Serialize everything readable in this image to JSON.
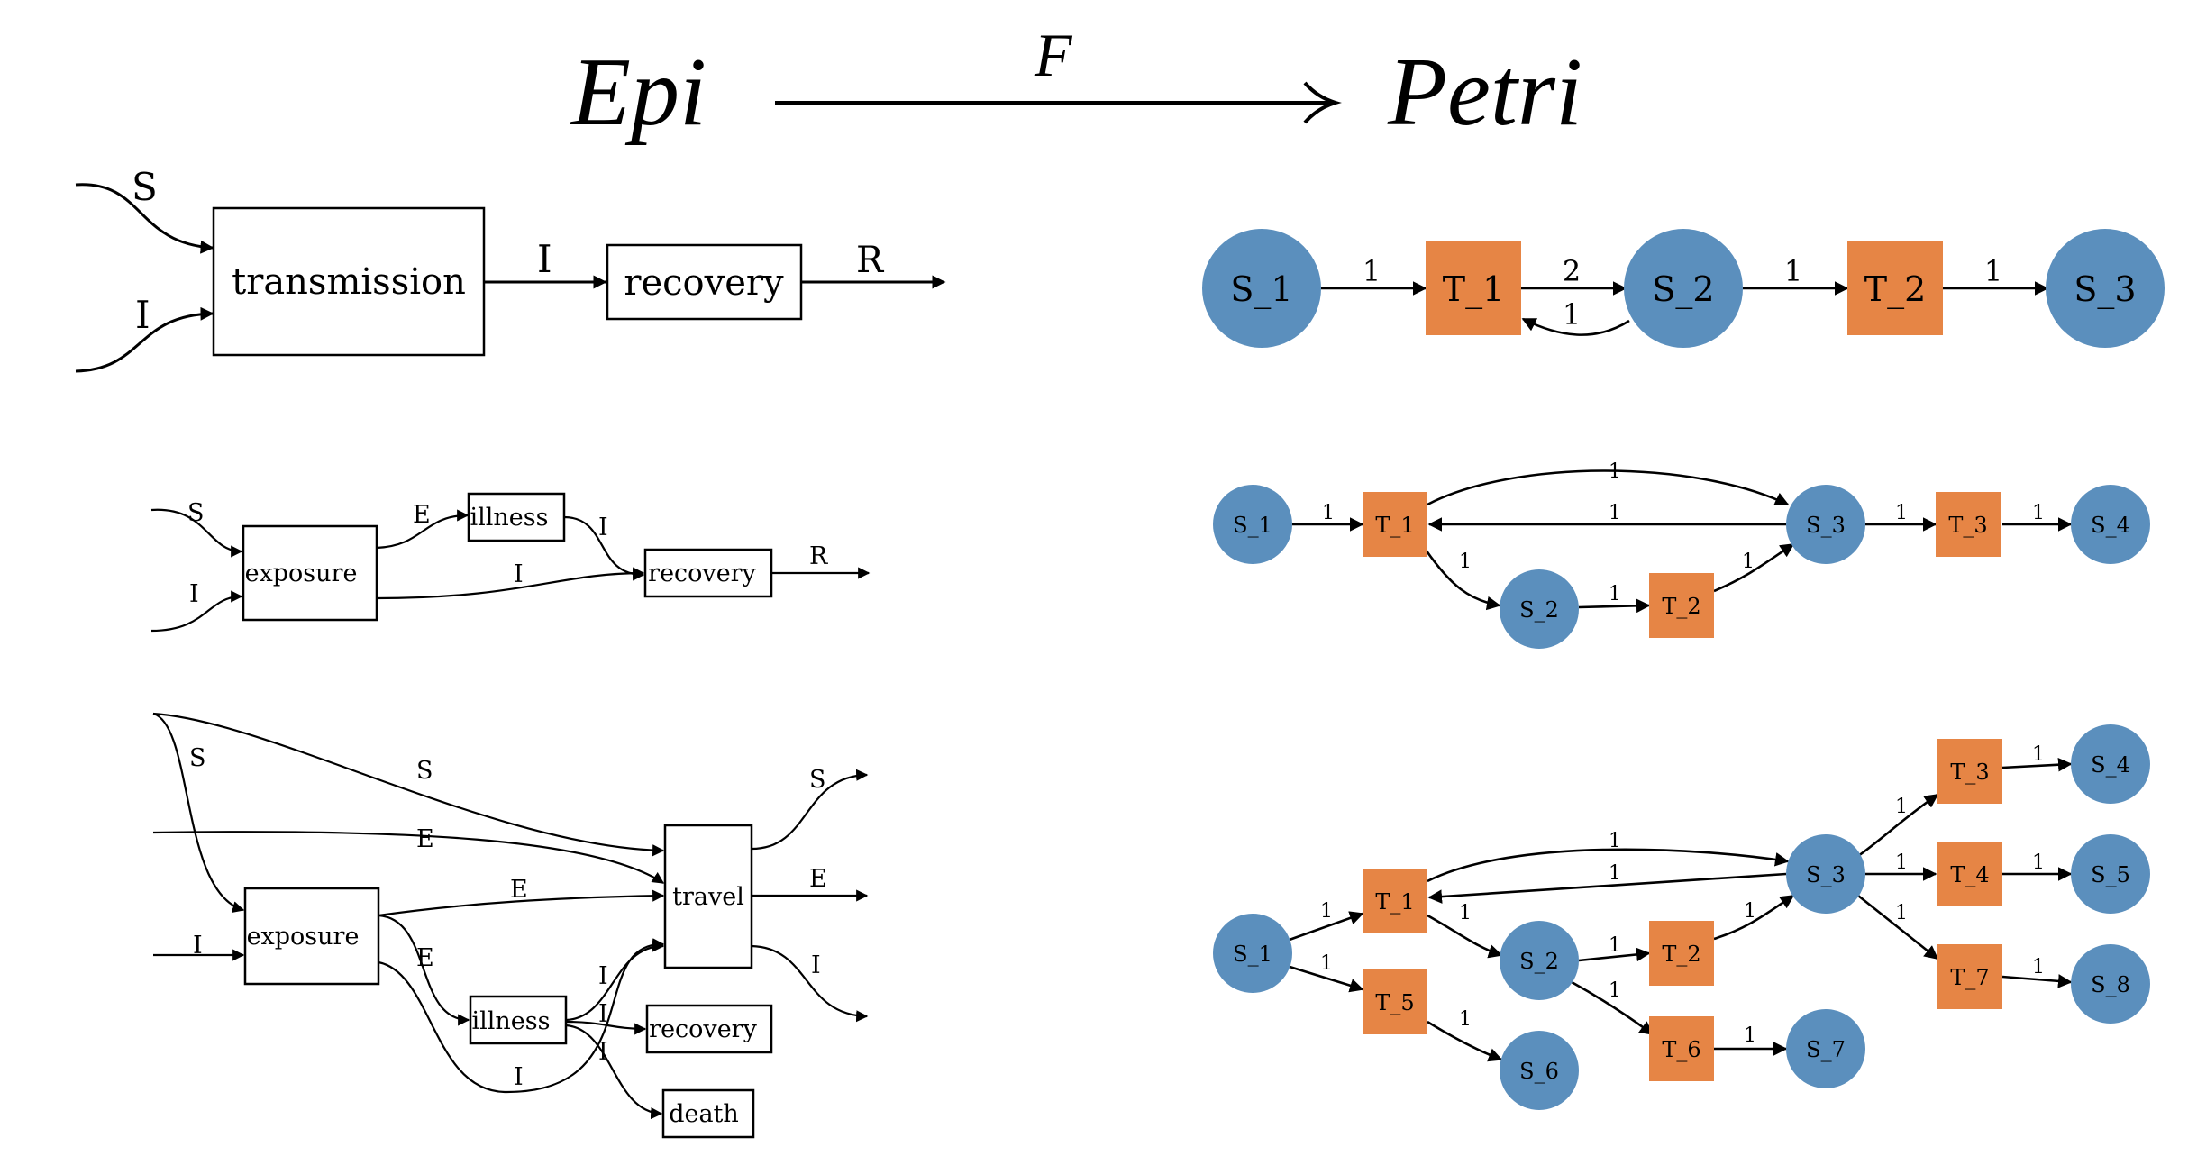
{
  "header": {
    "source": "Epi",
    "morphism": "F",
    "target": "Petri"
  },
  "colors": {
    "place": "#5b8fbd",
    "transition": "#e68545",
    "line": "#000000"
  },
  "epi": {
    "d1": {
      "boxes": [
        "transmission",
        "recovery"
      ],
      "wires": {
        "s_in": "S",
        "i_in": "I",
        "i_mid": "I",
        "r_out": "R"
      }
    },
    "d2": {
      "boxes": [
        "exposure",
        "illness",
        "recovery"
      ],
      "wires": {
        "s_in": "S",
        "i_in": "I",
        "e": "E",
        "i_ill": "I",
        "i_bypass": "I",
        "r_out": "R"
      }
    },
    "d3": {
      "boxes": [
        "exposure",
        "illness",
        "travel",
        "recovery",
        "death"
      ],
      "wires": {
        "s_down": "S",
        "s_top": "S",
        "e_top": "E",
        "e_mid": "E",
        "i_in": "I",
        "e_ill": "E",
        "i_travel": "I",
        "i_rec": "I",
        "i_death": "I",
        "i_loop": "I",
        "s_out": "S",
        "e_out": "E",
        "i_out": "I"
      }
    }
  },
  "petri": {
    "p1": {
      "places": [
        "S_1",
        "S_2",
        "S_3"
      ],
      "transitions": [
        "T_1",
        "T_2"
      ],
      "weights": {
        "s1_t1": "1",
        "t1_s2": "2",
        "s2_t1": "1",
        "s2_t2": "1",
        "t2_s3": "1"
      }
    },
    "p2": {
      "places": [
        "S_1",
        "S_2",
        "S_3",
        "S_4"
      ],
      "transitions": [
        "T_1",
        "T_2",
        "T_3"
      ],
      "weights": {
        "s1_t1": "1",
        "t1_s3": "1",
        "s3_t1": "1",
        "t1_s2": "1",
        "s2_t2": "1",
        "t2_s3": "1",
        "s3_t3": "1",
        "t3_s4": "1"
      }
    },
    "p3": {
      "places": [
        "S_1",
        "S_2",
        "S_3",
        "S_4",
        "S_5",
        "S_6",
        "S_7",
        "S_8"
      ],
      "transitions": [
        "T_1",
        "T_2",
        "T_3",
        "T_4",
        "T_5",
        "T_6",
        "T_7"
      ],
      "weights": {
        "s1_t1": "1",
        "s1_t5": "1",
        "t5_s6": "1",
        "t1_s3": "1",
        "s3_t1": "1",
        "t1_s2": "1",
        "s2_t2": "1",
        "t2_s3": "1",
        "s2_t6": "1",
        "t6_s7": "1",
        "s3_t3": "1",
        "s3_t4": "1",
        "s3_t7": "1",
        "t3_s4": "1",
        "t4_s5": "1",
        "t7_s8": "1"
      }
    }
  }
}
